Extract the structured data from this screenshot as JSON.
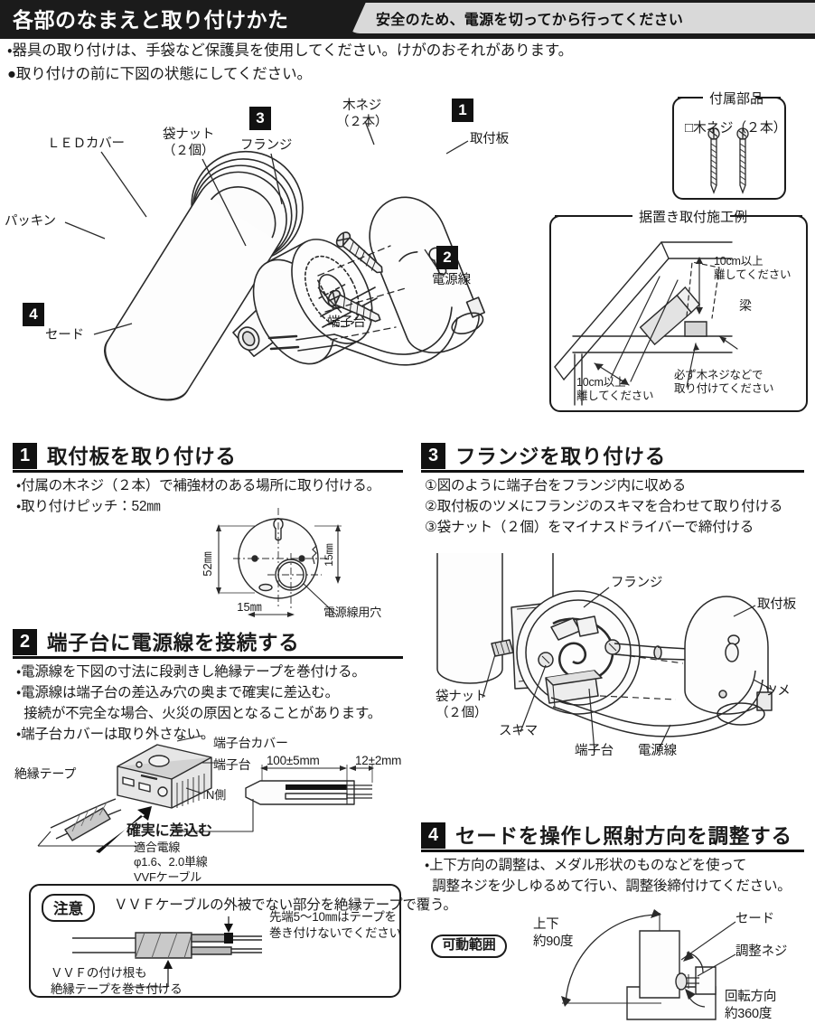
{
  "header": {
    "title": "各部のなまえと取り付けかた",
    "subtitle": "安全のため、電源を切ってから行ってください"
  },
  "intro": {
    "line1": "・器具の取り付けは、手袋など保護具を使用してください。けがのおそれがあります。",
    "line2": "●取り付けの前に下図の状態にしてください。"
  },
  "hero_diagram": {
    "labels": {
      "led_cover": "ＬＥＤカバー",
      "packing": "パッキン",
      "cap_nut": "袋ナット\n（２個）",
      "flange": "フランジ",
      "wood_screw": "木ネジ\n（２本）",
      "mounting_plate": "取付板",
      "power_wire": "電源線",
      "terminal_block": "端子台",
      "shade": "セード"
    },
    "badges": {
      "b1": "1",
      "b2": "2",
      "b3": "3",
      "b4": "4"
    }
  },
  "accessory_box": {
    "title": "付属部品",
    "item": "□木ネジ（２本）"
  },
  "install_example_box": {
    "title": "据置き取付施工例",
    "note_top": "10cm以上\n離してください",
    "note_left": "10cm以上\n離してください",
    "label_beam": "梁",
    "note_bottom": "必ず木ネジなどで\n取り付けてください"
  },
  "sections": [
    {
      "num": "1",
      "title": "取付板を取り付ける",
      "body": [
        "・付属の木ネジ（２本）で補強材のある場所に取り付ける。",
        "・取り付けピッチ：52㎜"
      ],
      "diagram_labels": {
        "dim_vertical": "52㎜",
        "dim_right": "15㎜",
        "dim_bottom": "15㎜",
        "hole_label": "電源線用穴"
      }
    },
    {
      "num": "2",
      "title": "端子台に電源線を接続する",
      "body": [
        "・電源線を下図の寸法に段剥きし絶縁テープを巻付ける。",
        "・電源線は端子台の差込み穴の奥まで確実に差込む。",
        "  接続が不完全な場合、火災の原因となることがあります。",
        "・端子台カバーは取り外さない。"
      ],
      "diagram_labels": {
        "terminal_cover": "端子台カバー",
        "terminal_block": "端子台",
        "n_side": "N側",
        "insulation_tape": "絶縁テープ",
        "insert_firmly": "確実に差込む",
        "cable_spec": "適合電線\nφ1.6、2.0単線\nVVFケーブル",
        "dim_long": "100±5mm",
        "dim_short": "12±2mm"
      }
    },
    {
      "num": "3",
      "title": "フランジを取り付ける",
      "body": [
        "①図のように端子台をフランジ内に収める",
        "②取付板のツメにフランジのスキマを合わせて取り付ける",
        "③袋ナット（２個）をマイナスドライバーで締付ける"
      ],
      "diagram_labels": {
        "flange": "フランジ",
        "mounting_plate": "取付板",
        "cap_nut": "袋ナット\n（２個）",
        "gap": "スキマ",
        "terminal_block": "端子台",
        "power_wire": "電源線",
        "claw": "ツメ"
      }
    },
    {
      "num": "4",
      "title": "セードを操作し照射方向を調整する",
      "body": [
        "・上下方向の調整は、メダル形状のものなどを使って",
        "  調整ネジを少しゆるめて行い、調整後締付けてください。"
      ],
      "diagram_labels": {
        "range_pill": "可動範囲",
        "updown": "上下\n約90度",
        "shade": "セード",
        "adjust_screw": "調整ネジ",
        "rotation": "回転方向\n約360度"
      }
    }
  ],
  "caution_box": {
    "pill": "注意",
    "text": "ＶＶＦケーブルの外被でない部分を絶縁テープで覆う。",
    "note_top": "先端5～10㎜はテープを\n巻き付けないでください",
    "note_bottom": "ＶＶＦの付け根も\n絶縁テープを巻き付ける"
  },
  "colors": {
    "ink": "#1b1b1b",
    "header_bg": "#1b1b1b",
    "header_sub_bg": "#d9d9d9",
    "line": "#2a2a2a",
    "fill_light": "#f0f0f0",
    "fill_mid": "#c8c8c8",
    "fill_dark": "#4a4a4a"
  }
}
